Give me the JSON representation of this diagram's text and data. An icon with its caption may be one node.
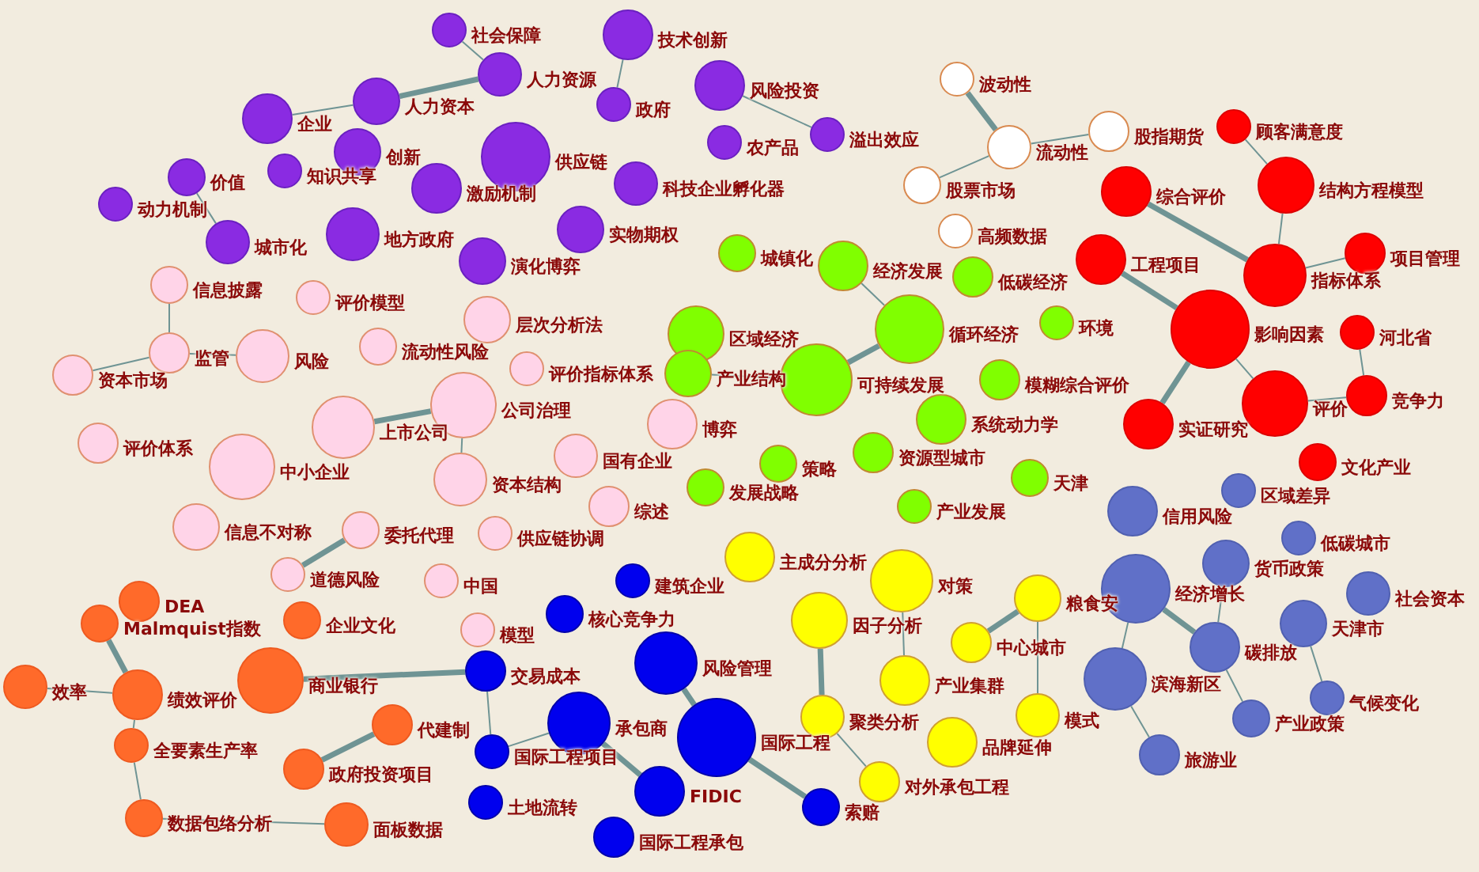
{
  "diagram": {
    "nodes": [
      {
        "text": [
          "社会保障"
        ]
      },
      {
        "text": [
          "技术创新"
        ]
      },
      {
        "text": [
          "人力资源"
        ]
      },
      {
        "text": [
          "风险投资"
        ]
      },
      {
        "text": [
          "政府"
        ]
      },
      {
        "text": [
          "企业"
        ]
      },
      {
        "text": [
          "人力资本"
        ]
      },
      {
        "text": [
          "农产品"
        ]
      },
      {
        "text": [
          "溢出效应"
        ]
      },
      {
        "text": [
          "创新"
        ]
      },
      {
        "text": [
          "供应链"
        ]
      },
      {
        "text": [
          "价值"
        ]
      },
      {
        "text": [
          "知识共享"
        ]
      },
      {
        "text": [
          "激励机制"
        ]
      },
      {
        "text": [
          "科技企业孵化器"
        ]
      },
      {
        "text": [
          "动力机制"
        ]
      },
      {
        "text": [
          "城市化"
        ]
      },
      {
        "text": [
          "地方政府"
        ]
      },
      {
        "text": [
          "实物期权"
        ]
      },
      {
        "text": [
          "演化博弈"
        ]
      },
      {
        "text": [
          "波动性"
        ]
      },
      {
        "text": [
          "流动性"
        ]
      },
      {
        "text": [
          "股指期货"
        ]
      },
      {
        "text": [
          "股票市场"
        ]
      },
      {
        "text": [
          "高频数据"
        ]
      },
      {
        "text": [
          "顾客满意度"
        ]
      },
      {
        "text": [
          "综合评价"
        ]
      },
      {
        "text": [
          "结构方程模型"
        ]
      },
      {
        "text": [
          "工程项目"
        ]
      },
      {
        "text": [
          "指标体系"
        ]
      },
      {
        "text": [
          "项目管理"
        ]
      },
      {
        "text": [
          "影响因素"
        ]
      },
      {
        "text": [
          "河北省"
        ]
      },
      {
        "text": [
          "评价"
        ]
      },
      {
        "text": [
          "竞争力"
        ]
      },
      {
        "text": [
          "实证研究"
        ]
      },
      {
        "text": [
          "文化产业"
        ]
      },
      {
        "text": [
          "城镇化"
        ]
      },
      {
        "text": [
          "经济发展"
        ]
      },
      {
        "text": [
          "低碳经济"
        ]
      },
      {
        "text": [
          "区域经济"
        ]
      },
      {
        "text": [
          "循环经济"
        ]
      },
      {
        "text": [
          "环境"
        ]
      },
      {
        "text": [
          "产业结构"
        ]
      },
      {
        "text": [
          "可持续发展"
        ]
      },
      {
        "text": [
          "模糊综合评价"
        ]
      },
      {
        "text": [
          "系统动力学"
        ]
      },
      {
        "text": [
          "策略"
        ]
      },
      {
        "text": [
          "资源型城市"
        ]
      },
      {
        "text": [
          "发展战略"
        ]
      },
      {
        "text": [
          "天津"
        ]
      },
      {
        "text": [
          "产业发展"
        ]
      },
      {
        "text": [
          "信息披露"
        ]
      },
      {
        "text": [
          "评价模型"
        ]
      },
      {
        "text": [
          "层次分析法"
        ]
      },
      {
        "text": [
          "监管"
        ]
      },
      {
        "text": [
          "风险"
        ]
      },
      {
        "text": [
          "流动性风险"
        ]
      },
      {
        "text": [
          "资本市场"
        ]
      },
      {
        "text": [
          "评价指标体系"
        ]
      },
      {
        "text": [
          "公司治理"
        ]
      },
      {
        "text": [
          "上市公司"
        ]
      },
      {
        "text": [
          "博弈"
        ]
      },
      {
        "text": [
          "评价体系"
        ]
      },
      {
        "text": [
          "中小企业"
        ]
      },
      {
        "text": [
          "国有企业"
        ]
      },
      {
        "text": [
          "资本结构"
        ]
      },
      {
        "text": [
          "综述"
        ]
      },
      {
        "text": [
          "信息不对称"
        ]
      },
      {
        "text": [
          "委托代理"
        ]
      },
      {
        "text": [
          "供应链协调"
        ]
      },
      {
        "text": [
          "道德风险"
        ]
      },
      {
        "text": [
          "中国"
        ]
      },
      {
        "text": [
          "模型"
        ]
      },
      {
        "text": [
          "DEA"
        ]
      },
      {
        "text": [
          "Malmquist指数"
        ]
      },
      {
        "text": [
          "企业文化"
        ]
      },
      {
        "text": [
          "效率"
        ]
      },
      {
        "text": [
          "绩效评价"
        ]
      },
      {
        "text": [
          "商业银行"
        ]
      },
      {
        "text": [
          "代建制"
        ]
      },
      {
        "text": [
          "全要素生产率"
        ]
      },
      {
        "text": [
          "政府投资项目"
        ]
      },
      {
        "text": [
          "数据包络分析"
        ]
      },
      {
        "text": [
          "面板数据"
        ]
      },
      {
        "text": [
          "建筑企业"
        ]
      },
      {
        "text": [
          "核心竞争力"
        ]
      },
      {
        "text": [
          "交易成本"
        ]
      },
      {
        "text": [
          "风险管理"
        ]
      },
      {
        "text": [
          "承包商"
        ]
      },
      {
        "text": [
          "国际工程"
        ]
      },
      {
        "text": [
          "国际工程项目"
        ]
      },
      {
        "text": [
          "FIDIC"
        ]
      },
      {
        "text": [
          "土地流转"
        ]
      },
      {
        "text": [
          "索赔"
        ]
      },
      {
        "text": [
          "国际工程承包"
        ]
      },
      {
        "text": [
          "主成分分析"
        ]
      },
      {
        "text": [
          "对策"
        ]
      },
      {
        "text": [
          "因子分析"
        ]
      },
      {
        "text": [
          "中心城市"
        ]
      },
      {
        "text": [
          "粮食安"
        ]
      },
      {
        "text": [
          "产业集群"
        ]
      },
      {
        "text": [
          "聚类分析"
        ]
      },
      {
        "text": [
          "品牌延伸"
        ]
      },
      {
        "text": [
          "模式"
        ]
      },
      {
        "text": [
          "对外承包工程"
        ]
      },
      {
        "text": [
          "区域差异"
        ]
      },
      {
        "text": [
          "信用风险"
        ]
      },
      {
        "text": [
          "低碳城市"
        ]
      },
      {
        "text": [
          "货币政策"
        ]
      },
      {
        "text": [
          "经济增长"
        ]
      },
      {
        "text": [
          "社会资本"
        ]
      },
      {
        "text": [
          "天津市"
        ]
      },
      {
        "text": [
          "碳排放"
        ]
      },
      {
        "text": [
          "滨海新区"
        ]
      },
      {
        "text": [
          "气候变化"
        ]
      },
      {
        "text": [
          "产业政策"
        ]
      },
      {
        "text": [
          "旅游业"
        ]
      }
    ],
    "edges": [
      {
        "from": 26,
        "to": 29,
        "arrow": "none",
        "style": "thick"
      },
      {
        "from": 28,
        "to": 31,
        "arrow": "none",
        "style": "thick"
      },
      {
        "from": 31,
        "to": 35,
        "arrow": "none",
        "style": "thick"
      },
      {
        "from": 31,
        "to": 33,
        "arrow": "none"
      },
      {
        "from": 27,
        "to": 29,
        "arrow": "none"
      },
      {
        "from": 25,
        "to": 27,
        "arrow": "none"
      },
      {
        "from": 29,
        "to": 30,
        "arrow": "none"
      },
      {
        "from": 33,
        "to": 34,
        "arrow": "none"
      },
      {
        "from": 32,
        "to": 34,
        "arrow": "none"
      },
      {
        "from": 88,
        "to": 90,
        "arrow": "none",
        "style": "thick"
      },
      {
        "from": 90,
        "to": 94,
        "arrow": "none",
        "style": "thick"
      },
      {
        "from": 89,
        "to": 92,
        "arrow": "none",
        "style": "thick"
      },
      {
        "from": 89,
        "to": 91,
        "arrow": "none"
      },
      {
        "from": 87,
        "to": 91,
        "arrow": "none"
      },
      {
        "from": 98,
        "to": 102,
        "arrow": "none",
        "style": "thick"
      },
      {
        "from": 97,
        "to": 101,
        "arrow": "none"
      },
      {
        "from": 99,
        "to": 100,
        "arrow": "none",
        "style": "thick"
      },
      {
        "from": 100,
        "to": 104,
        "arrow": "none"
      },
      {
        "from": 102,
        "to": 105,
        "arrow": "none"
      },
      {
        "from": 110,
        "to": 113,
        "arrow": "none",
        "style": "thick"
      },
      {
        "from": 110,
        "to": 114,
        "arrow": "none"
      },
      {
        "from": 112,
        "to": 115,
        "arrow": "none"
      },
      {
        "from": 113,
        "to": 116,
        "arrow": "none"
      },
      {
        "from": 114,
        "to": 117,
        "arrow": "none"
      },
      {
        "from": 109,
        "to": 113,
        "arrow": "none"
      },
      {
        "from": 75,
        "to": 78,
        "arrow": "none",
        "style": "thick"
      },
      {
        "from": 77,
        "to": 78,
        "arrow": "none"
      },
      {
        "from": 78,
        "to": 81,
        "arrow": "none"
      },
      {
        "from": 81,
        "to": 83,
        "arrow": "none"
      },
      {
        "from": 80,
        "to": 82,
        "arrow": "none",
        "style": "thick"
      },
      {
        "from": 83,
        "to": 84,
        "arrow": "none"
      },
      {
        "from": 79,
        "to": 87,
        "arrow": "none",
        "style": "thick"
      },
      {
        "from": 71,
        "to": 69,
        "arrow": "none",
        "style": "thick"
      },
      {
        "from": 61,
        "to": 60,
        "arrow": "none",
        "style": "thick"
      },
      {
        "from": 60,
        "to": 66,
        "arrow": "none"
      },
      {
        "from": 55,
        "to": 56,
        "arrow": "none"
      },
      {
        "from": 58,
        "to": 55,
        "arrow": "none"
      },
      {
        "from": 52,
        "to": 55,
        "arrow": "none"
      },
      {
        "from": 44,
        "to": 41,
        "arrow": "none",
        "style": "thick"
      },
      {
        "from": 43,
        "to": 44,
        "arrow": "none"
      },
      {
        "from": 38,
        "to": 41,
        "arrow": "none"
      },
      {
        "from": 20,
        "to": 21,
        "arrow": "none",
        "style": "thick"
      },
      {
        "from": 21,
        "to": 22,
        "arrow": "none"
      },
      {
        "from": 23,
        "to": 21,
        "arrow": "none"
      },
      {
        "from": 2,
        "to": 6,
        "arrow": "none",
        "style": "thick"
      },
      {
        "from": 5,
        "to": 6,
        "arrow": "none"
      },
      {
        "from": 3,
        "to": 8,
        "arrow": "none"
      },
      {
        "from": 0,
        "to": 2,
        "arrow": "none"
      },
      {
        "from": 1,
        "to": 4,
        "arrow": "none"
      },
      {
        "from": 11,
        "to": 16,
        "arrow": "none"
      }
    ]
  }
}
